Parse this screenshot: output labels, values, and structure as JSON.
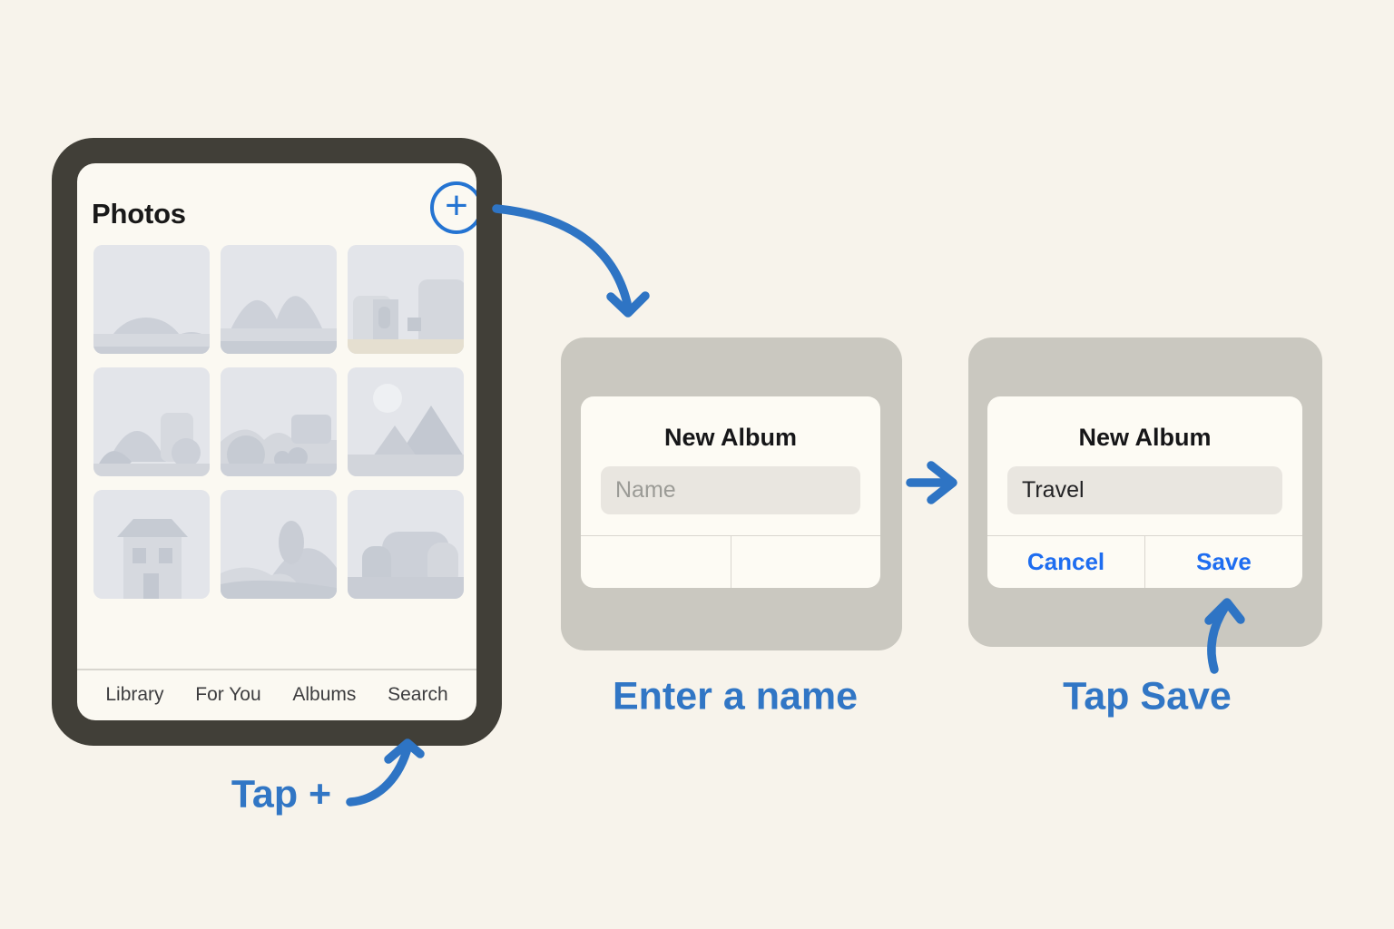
{
  "device": {
    "header": {
      "title": "Photos",
      "add_button_glyph": "+"
    },
    "tabbar": {
      "tabs": [
        {
          "label": "Library"
        },
        {
          "label": "For You"
        },
        {
          "label": "Albums"
        },
        {
          "label": "Search"
        }
      ]
    }
  },
  "step1_dialog": {
    "title": "New Album",
    "name_placeholder": "Name"
  },
  "step2_dialog": {
    "title": "New Album",
    "name_value": "Travel",
    "cancel_label": "Cancel",
    "save_label": "Save"
  },
  "annotations": {
    "tap_plus": "Tap +",
    "enter_a_name": "Enter a name",
    "tap_save": "Tap Save"
  },
  "colors": {
    "background": "#f7f3eb",
    "device_frame": "#413f38",
    "screen": "#fbf9f2",
    "card_gray": "#cac8c0",
    "dialog_white": "#fdfbf4",
    "input_gray": "#e9e6e0",
    "thumbnail_gray": "#e3e5ea",
    "accent_arrow_blue": "#2e74c4",
    "annotation_blue": "#3176c5",
    "dialog_action_blue": "#1e6df0",
    "plus_ring_blue": "#2474d2"
  }
}
